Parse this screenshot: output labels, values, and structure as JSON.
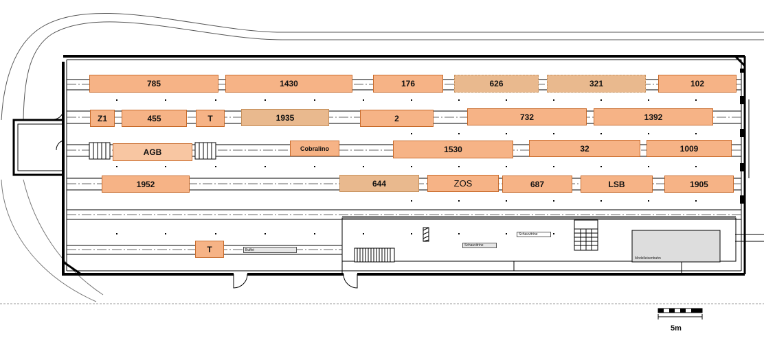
{
  "vehicles": [
    {
      "id": "785",
      "label": "785",
      "style": ""
    },
    {
      "id": "1430",
      "label": "1430",
      "style": ""
    },
    {
      "id": "176",
      "label": "176",
      "style": ""
    },
    {
      "id": "626",
      "label": "626",
      "style": "dim dotted"
    },
    {
      "id": "321",
      "label": "321",
      "style": "dim dotted"
    },
    {
      "id": "102",
      "label": "102",
      "style": ""
    },
    {
      "id": "z1",
      "label": "Z1",
      "style": ""
    },
    {
      "id": "455",
      "label": "455",
      "style": ""
    },
    {
      "id": "t-upper",
      "label": "T",
      "style": ""
    },
    {
      "id": "1935",
      "label": "1935",
      "style": "dim"
    },
    {
      "id": "2",
      "label": "2",
      "style": ""
    },
    {
      "id": "732",
      "label": "732",
      "style": ""
    },
    {
      "id": "1392",
      "label": "1392",
      "style": ""
    },
    {
      "id": "agb",
      "label": "AGB",
      "style": "soft"
    },
    {
      "id": "cobralino",
      "label": "Cobralino",
      "style": "small"
    },
    {
      "id": "1530",
      "label": "1530",
      "style": ""
    },
    {
      "id": "32",
      "label": "32",
      "style": ""
    },
    {
      "id": "1009",
      "label": "1009",
      "style": ""
    },
    {
      "id": "1952",
      "label": "1952",
      "style": ""
    },
    {
      "id": "644",
      "label": "644",
      "style": "dim"
    },
    {
      "id": "zos",
      "label": "ZOS",
      "style": "normal"
    },
    {
      "id": "687",
      "label": "687",
      "style": ""
    },
    {
      "id": "lsb",
      "label": "LSB",
      "style": ""
    },
    {
      "id": "1905",
      "label": "1905",
      "style": ""
    },
    {
      "id": "t-lower",
      "label": "T",
      "style": ""
    }
  ],
  "tags": {
    "buffet": "Buffet",
    "schauvitrine_1": "Schauvitrine",
    "schauvitrine_2": "Schauvitrine",
    "modelleisenbahn": "Modelleisenbahn"
  },
  "scale": {
    "label": "5m"
  },
  "colors": {
    "vehicle_fill": "#f6b386",
    "vehicle_border": "#c86a2a",
    "wall": "#000000"
  }
}
